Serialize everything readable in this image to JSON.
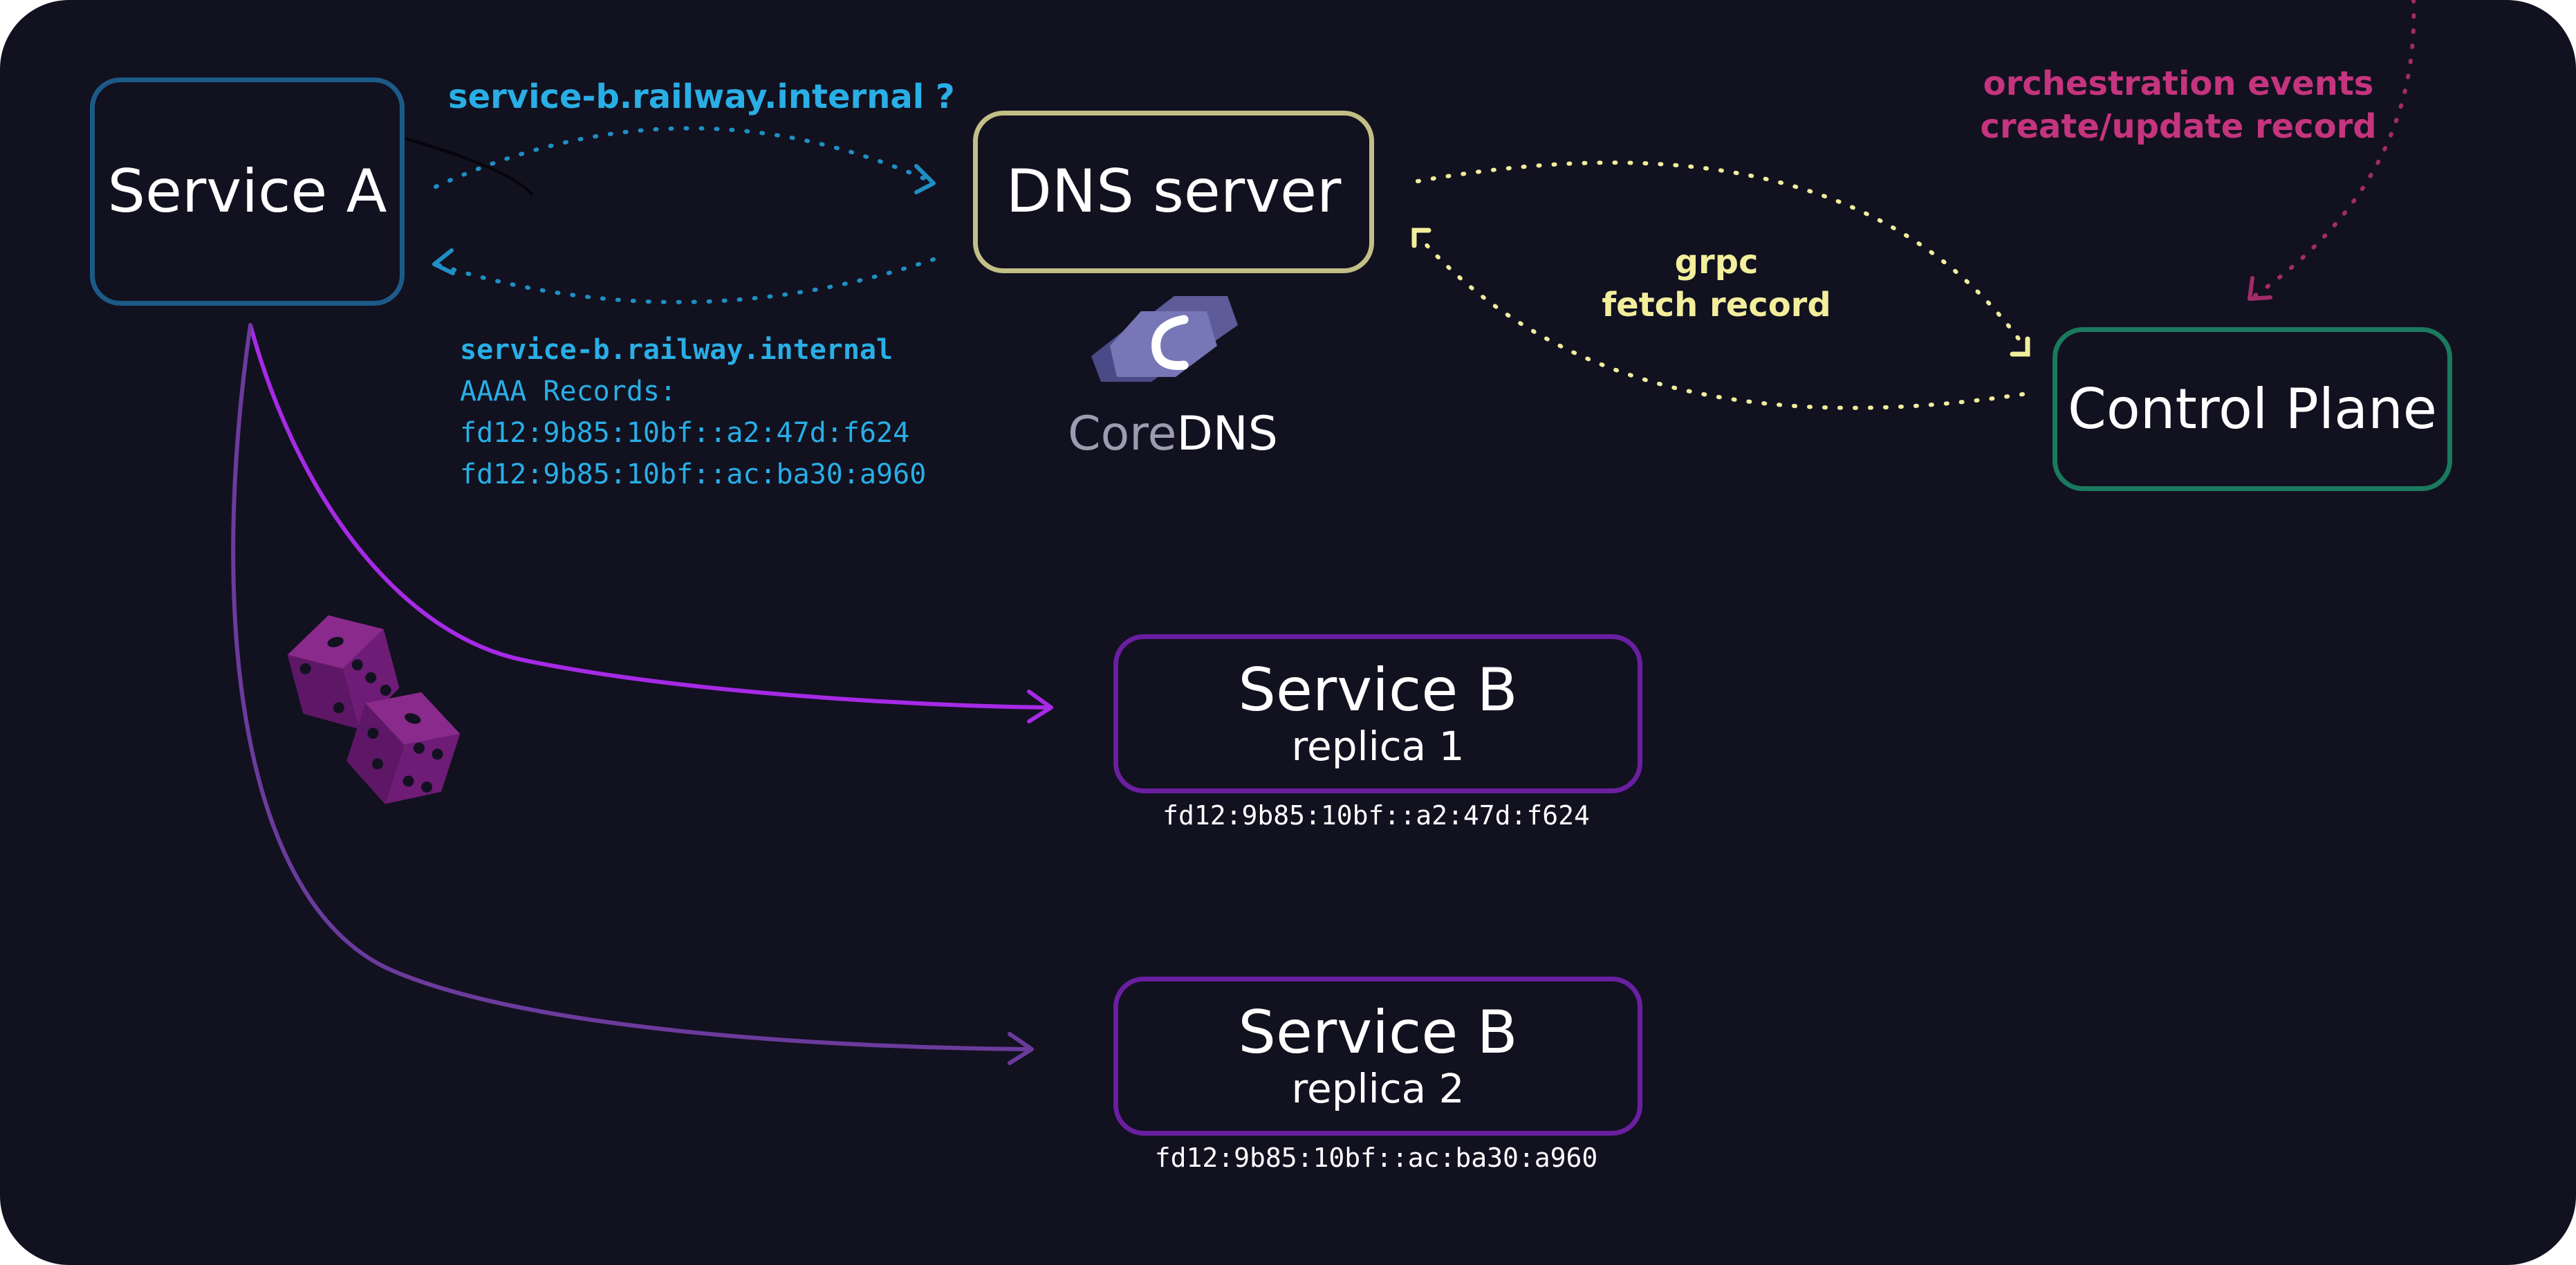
{
  "nodes": {
    "service_a": "Service A",
    "dns_server": "DNS server",
    "control_plane": "Control Plane",
    "replica_1": {
      "title": "Service B",
      "subtitle": "replica 1",
      "address": "fd12:9b85:10bf::a2:47d:f624"
    },
    "replica_2": {
      "title": "Service B",
      "subtitle": "replica 2",
      "address": "fd12:9b85:10bf::ac:ba30:a960"
    }
  },
  "query_label": "service-b.railway.internal ?",
  "dns_response": {
    "hostname": "service-b.railway.internal",
    "record_type": "AAAA Records:",
    "records": [
      "fd12:9b85:10bf::a2:47d:f624",
      "fd12:9b85:10bf::ac:ba30:a960"
    ]
  },
  "grpc_label": {
    "line1": "grpc",
    "line2": "fetch record"
  },
  "orchestration_label": {
    "line1": "orchestration events",
    "line2": "create/update record"
  },
  "coredns_logo": {
    "text_light": "Core",
    "text_bold": "DNS"
  },
  "icons": [
    "coredns-logo-icon",
    "dice-icon"
  ],
  "colors": {
    "background": "#121120",
    "service_a_border": "#1d5a87",
    "dns_border": "#c2bf86",
    "control_plane_border": "#1a7a5e",
    "service_b_border": "#6a1fa0",
    "query_text": "#29aee5",
    "grpc_text": "#f2ee9c",
    "orchestration_text": "#c5347e",
    "arrow_bright": "#a62ae6",
    "arrow_dim": "#6b3b9c"
  }
}
